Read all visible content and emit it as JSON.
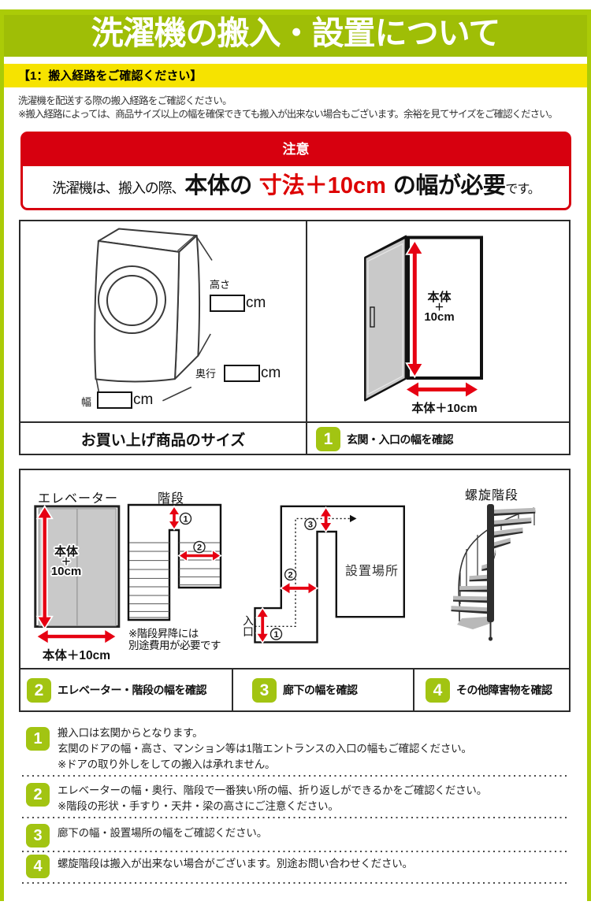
{
  "colors": {
    "brand_green": "#9fbe06",
    "light_green": "#abcb07",
    "badge_green": "#a2c412",
    "attention_red": "#d7000f",
    "arrow_red": "#e60012",
    "section_yellow": "#f6e300"
  },
  "header": {
    "title": "洗濯機の搬入・設置について"
  },
  "section_bar": {
    "label": "【1：搬入経路をご確認ください】"
  },
  "intro": {
    "line1": "洗濯機を配送する際の搬入経路をご確認ください。",
    "line2": "※搬入経路によっては、商品サイズ以上の幅を確保できても搬入が出来ない場合もございます。余裕を見てサイズをご確認ください。"
  },
  "notice": {
    "title": "注意",
    "prefix": "洗濯機は、搬入の際、",
    "strong1": "本体の",
    "highlight": "寸法＋10cm",
    "strong2": "の幅が必要",
    "suffix": "です。"
  },
  "size_figure": {
    "height_label": "高さ",
    "depth_label": "奥行",
    "width_label": "幅",
    "unit": "cm",
    "caption": "お買い上げ商品のサイズ"
  },
  "entrance_figure": {
    "vertical_label_line1": "本体",
    "vertical_label_line2": "＋",
    "vertical_label_line3": "10cm",
    "horizontal_label": "本体＋10cm",
    "step_number": "1",
    "caption": "玄関・入口の幅を確認"
  },
  "route_figures": {
    "elevator": {
      "title": "エレベーター",
      "vertical_label_line1": "本体",
      "vertical_label_line2": "＋",
      "vertical_label_line3": "10cm",
      "horizontal_label": "本体＋10cm"
    },
    "stairs": {
      "title": "階段",
      "marker1": "1",
      "marker2": "2",
      "note_line1": "※階段昇降には",
      "note_line2": "別途費用が必要です"
    },
    "corridor": {
      "entrance_line1": "入",
      "entrance_line2": "口",
      "room_label": "設置場所",
      "marker1": "1",
      "marker2": "2",
      "marker3": "3"
    },
    "spiral": {
      "title": "螺旋階段"
    }
  },
  "route_captions": [
    {
      "number": "2",
      "label": "エレベーター・階段の幅を確認"
    },
    {
      "number": "3",
      "label": "廊下の幅を確認"
    },
    {
      "number": "4",
      "label": "その他障害物を確認"
    }
  ],
  "notes": [
    {
      "number": "1",
      "lines": [
        "搬入口は玄関からとなります。",
        "玄関のドアの幅・高さ、マンション等は1階エントランスの入口の幅もご確認ください。",
        "※ドアの取り外しをしての搬入は承れません。"
      ]
    },
    {
      "number": "2",
      "lines": [
        "エレベーターの幅・奥行、階段で一番狭い所の幅、折り返しができるかをご確認ください。",
        "※階段の形状・手すり・天井・梁の高さにご注意ください。"
      ]
    },
    {
      "number": "3",
      "lines": [
        "廊下の幅・設置場所の幅をご確認ください。"
      ]
    },
    {
      "number": "4",
      "lines": [
        "螺旋階段は搬入が出来ない場合がございます。別途お問い合わせください。"
      ]
    }
  ]
}
